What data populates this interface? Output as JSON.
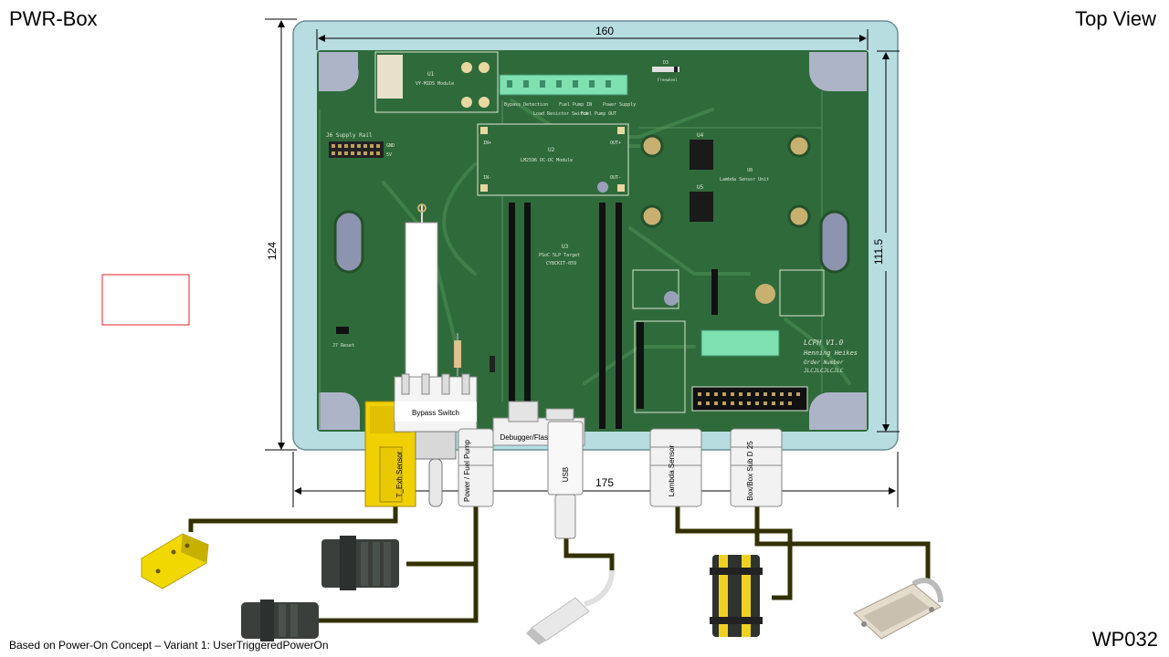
{
  "header": {
    "title_left": "PWR-Box",
    "title_right": "Top View"
  },
  "footer": {
    "note": "Based on Power-On Concept – Variant 1: UserTriggeredPowerOn",
    "doc_id": "WP032"
  },
  "dimensions": {
    "pcb_width": "160",
    "pcb_height": "111.5",
    "box_width": "175",
    "box_height": "124"
  },
  "connectors": {
    "bypass_switch": "Bypass Switch",
    "t_exh_sensor": "T_Exh Sensor",
    "power_fuel_pump": "Power / Fuel Pump",
    "debugger_flash": "Debugger/Flash",
    "usb": "USB",
    "lambda_sensor": "Lambda Sensor",
    "box_box_sub_d": "Box/Box Sub D 25"
  },
  "board": {
    "u1": "U1",
    "u1_name": "VY-MIDS Module",
    "u2": "U2",
    "u2_name": "LM2596 DC-DC Module",
    "u4": "U4",
    "u5": "U5",
    "u3": "U3",
    "u3_name": "PSoC 5LP Target",
    "u3_sub": "CY8CKIT-059",
    "j6": "J6  Supply Rail",
    "j7": "J7 Reset",
    "lcph": "LCPH V1.0",
    "author": "Henning Heikes",
    "order": "Order Number",
    "order_no": "JLCJLCJLCJLC",
    "j1_labels": [
      "Bypass Detection",
      "Load Resistor Switch",
      "Fuel Pump IN",
      "Fuel Pump OUT",
      "Power Supply"
    ],
    "in_plus": "IN+",
    "in_minus": "IN-",
    "out_plus": "OUT+",
    "out_minus": "OUT-",
    "gnd": "GND",
    "v5": "5V",
    "u8": "U8",
    "u8_name": "Lambda Sensor Unit",
    "d3": "D3",
    "freewheel": "Freewheel"
  },
  "colors": {
    "enclosure": "#b7dde0",
    "pcb": "#2f6a3b",
    "pcb_trace": "#3a7a45",
    "cable": "#333000",
    "dim_line": "#000000",
    "callout_box": "#e02020",
    "terminal": "#7fe0b0"
  }
}
